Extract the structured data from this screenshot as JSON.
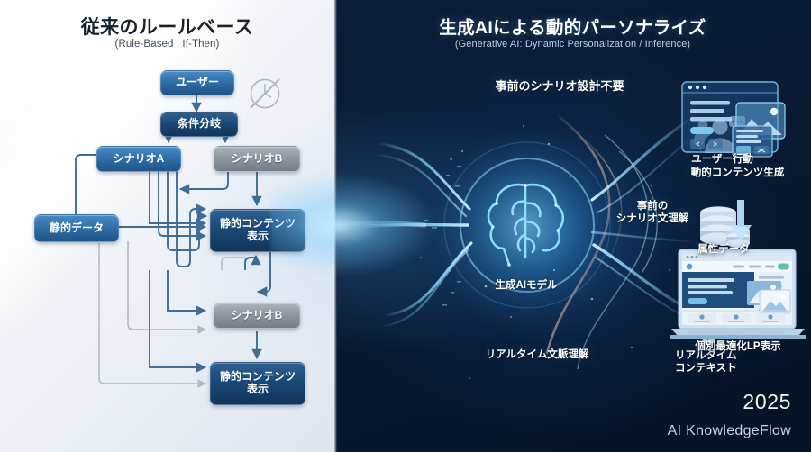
{
  "left": {
    "title": "従来のルールベース",
    "subtitle": "(Rule-Based : If-Then)",
    "clock_icon": "no-time-clock-icon",
    "nodes": {
      "user": "ユーザー",
      "branch": "条件分岐",
      "scenario_a": "シナリオA",
      "scenario_b_top": "シナリオB",
      "scenario_b_bottom": "シナリオB",
      "static_data": "静的データ",
      "static_content_top": "静的コンテンツ\n表示",
      "static_content_top_l1": "静的コンテンツ",
      "static_content_top_l2": "表示",
      "static_content_bottom_l1": "静的コンテンツ",
      "static_content_bottom_l2": "表示"
    }
  },
  "right": {
    "title": "生成AIによる動的パーソナライズ",
    "subtitle": "(Generative AI: Dynamic Personalization / Inference)",
    "headline": "事前のシナリオ設計不要",
    "labels": {
      "user_behavior": "ユーザー行動",
      "attribute_data": "属性データ",
      "realtime_context_l1": "リアルタイム",
      "realtime_context_l2": "コンテキスト",
      "model": "生成AIモデル",
      "prior_scenario_l1": "事前の",
      "prior_scenario_l2": "シナリオ文理解",
      "realtime_understanding": "リアルタイム文脈理解",
      "dynamic_content": "動的コンテンツ生成",
      "optimized_lp": "個別最適化LP表示"
    },
    "icons": {
      "users": "users-group-icon",
      "database": "database-stack-icon",
      "context": "node-network-icon",
      "brain": "ai-brain-icon",
      "browser": "browser-window-icon",
      "laptop": "laptop-screen-icon"
    },
    "brand": {
      "year": "2025",
      "name": "AI KnowledgeFlow"
    }
  },
  "colors": {
    "left_bg": "#eef2f7",
    "right_bg": "#0a1b34",
    "node_blue": "#2f6ea6",
    "node_deep": "#1b4976",
    "node_gray": "#8c969f",
    "accent_cyan": "#7fd4ff",
    "connector": "#3f6d96"
  }
}
